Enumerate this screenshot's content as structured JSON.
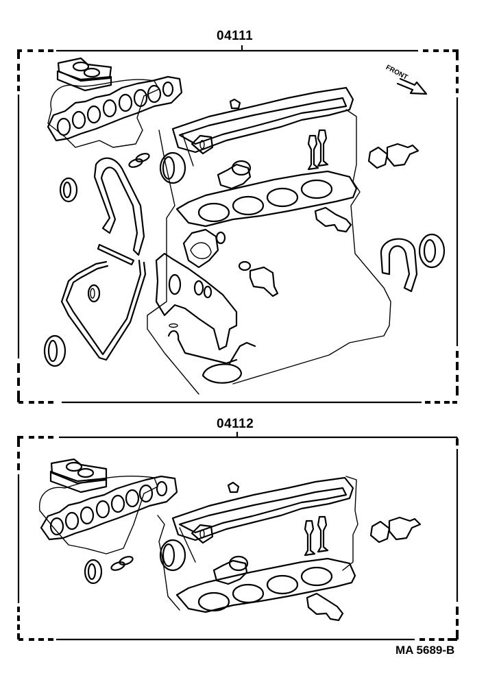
{
  "diagram": {
    "type": "exploded parts diagram",
    "subject": "Engine gasket kit",
    "groups": [
      {
        "part_number": "04111",
        "label_position": "top",
        "contents": [
          "intake manifold gaskets",
          "exhaust manifold gasket",
          "cylinder head cover gasket",
          "cylinder head gasket",
          "valve stem seals",
          "timing belt cover gaskets",
          "oil seals",
          "rear oil seal retainer gasket",
          "water pump gasket",
          "oil pan / oil strainer gasket",
          "distributor gasket",
          "thermostat housing gasket"
        ]
      },
      {
        "part_number": "04112",
        "label_position": "middle",
        "contents": [
          "intake manifold gaskets",
          "exhaust manifold gasket",
          "cylinder head cover gasket",
          "cylinder head gasket",
          "valve stem seals",
          "oil seal",
          "o-rings",
          "distributor gasket",
          "thermostat housing gasket"
        ]
      }
    ],
    "orientation_marker": {
      "text": "FRONT",
      "icon": "arrow-down-right-icon"
    },
    "drawing_code": "MA 5689-B"
  }
}
